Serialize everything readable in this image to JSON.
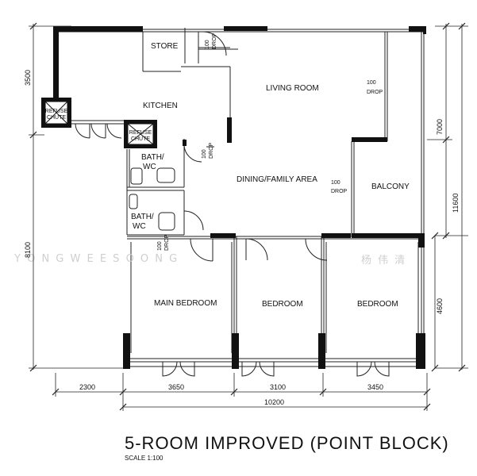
{
  "rooms": {
    "store": "STORE",
    "kitchen": "KITCHEN",
    "living": "LIVING ROOM",
    "dining": "DINING/FAMILY AREA",
    "balcony": "BALCONY",
    "bath1_a": "BATH/",
    "bath1_b": "WC",
    "bath2_a": "BATH/",
    "bath2_b": "WC",
    "main_bedroom": "MAIN BEDROOM",
    "bedroom_2": "BEDROOM",
    "bedroom_3": "BEDROOM",
    "refuse_a1": "REFUSE",
    "refuse_a2": "CHUTE",
    "refuse_b1": "REFUSE",
    "refuse_b2": "CHUTE"
  },
  "drops": {
    "num": "100",
    "word": "DROP"
  },
  "dimensions": {
    "left_top": "3500",
    "left_bottom": "8100",
    "right_top": "7000",
    "right_total": "11600",
    "right_bottom": "4600",
    "bottom_1": "2300",
    "bottom_2": "3650",
    "bottom_3": "3100",
    "bottom_4": "3450",
    "bottom_total": "10200"
  },
  "watermark": {
    "latin": "Y O N G   W E E   S O O N G",
    "chinese": "杨 伟 清"
  },
  "footer": {
    "title": "5-ROOM IMPROVED (POINT BLOCK)",
    "scale": "SCALE  1:100"
  }
}
